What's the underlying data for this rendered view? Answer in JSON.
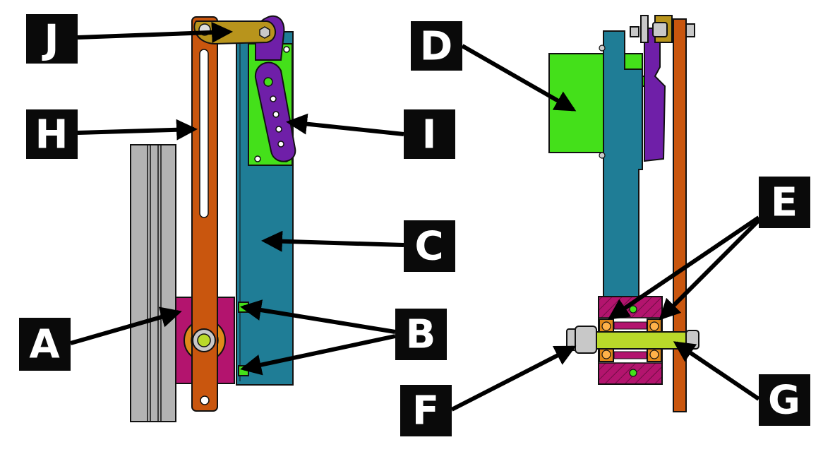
{
  "labels": {
    "A": "A",
    "B": "B",
    "C": "C",
    "D": "D",
    "E": "E",
    "F": "F",
    "G": "G",
    "H": "H",
    "I": "I",
    "J": "J"
  },
  "colors": {
    "rail_gray": "#b3b3b3",
    "lever_orange": "#c9560e",
    "plate_blue": "#1f7d96",
    "servo_green": "#44e01a",
    "horn_purple": "#6f1fa8",
    "link_gold": "#b8941c",
    "block_magenta": "#b3146e",
    "bearing_orange": "#e0891a",
    "shaft_yellowgreen": "#b9d92a",
    "nut_silver": "#c8c8c8",
    "label_bg": "#0a0a0a",
    "label_fg": "#ffffff"
  }
}
